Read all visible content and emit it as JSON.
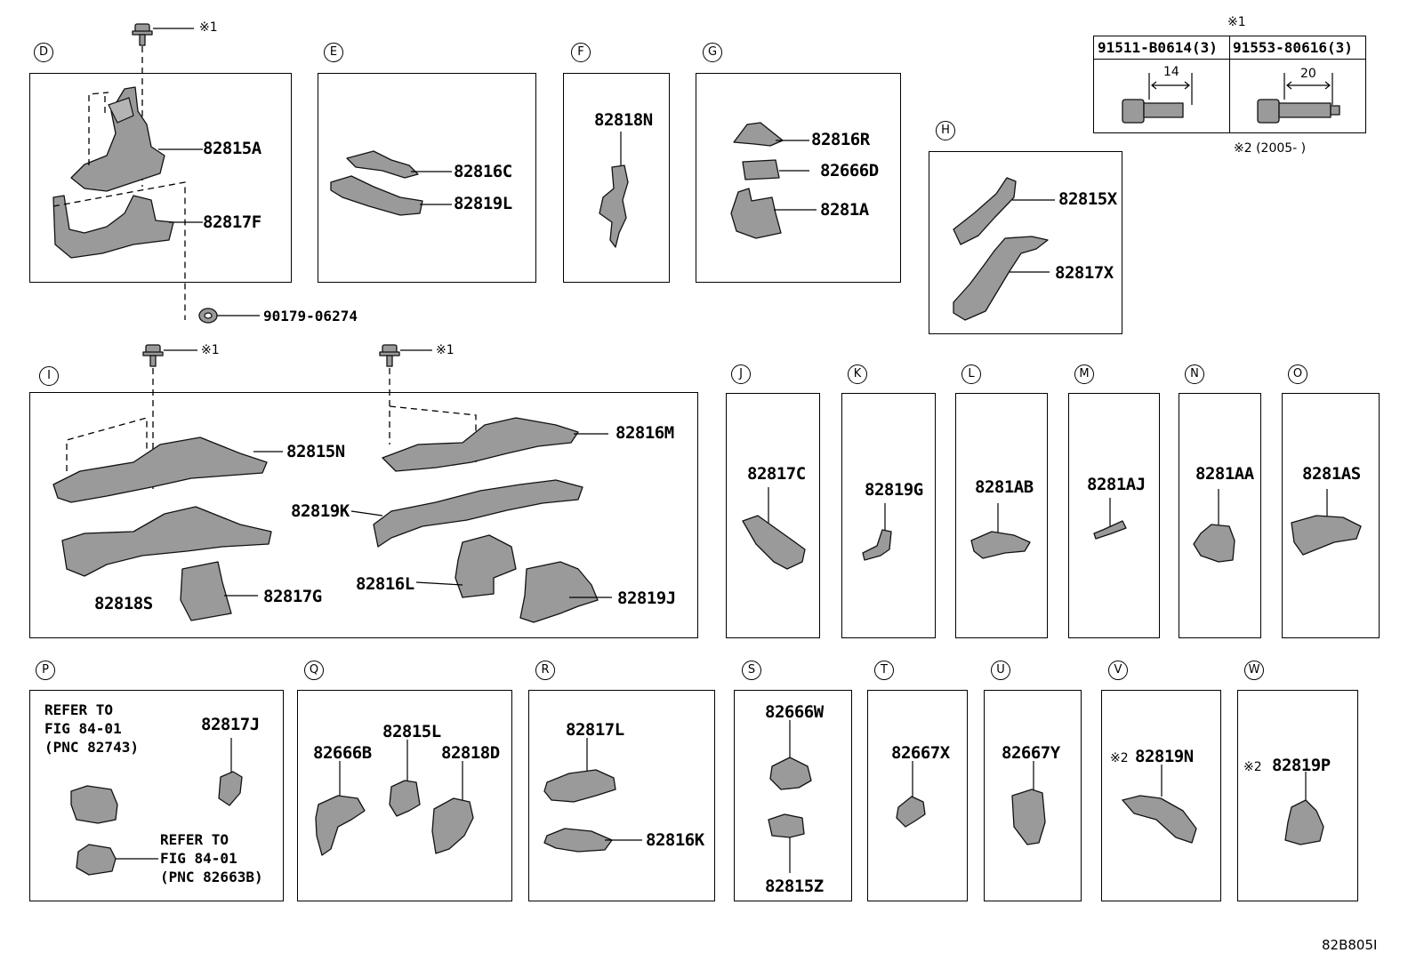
{
  "diagram_code": "82B805I",
  "panel_letters": {
    "D": "D",
    "E": "E",
    "F": "F",
    "G": "G",
    "H": "H",
    "I": "I",
    "J": "J",
    "K": "K",
    "L": "L",
    "M": "M",
    "N": "N",
    "O": "O",
    "P": "P",
    "Q": "Q",
    "R": "R",
    "S": "S",
    "T": "T",
    "U": "U",
    "V": "V",
    "W": "W"
  },
  "notes": {
    "mark1": "※1",
    "mark2": "※2",
    "mark2_range": "※2 (2005-        )"
  },
  "fastener_table": {
    "header_mark": "※1",
    "col1": {
      "part_no": "91511-B0614(3)",
      "dim": "14"
    },
    "col2": {
      "part_no": "91553-80616(3)",
      "dim": "20"
    }
  },
  "parts": {
    "p82815A": "82815A",
    "p82817F": "82817F",
    "p90179": "90179-06274",
    "p82816C": "82816C",
    "p82819L": "82819L",
    "p82818N": "82818N",
    "p82816R": "82816R",
    "p82666D": "82666D",
    "p8281A": "8281A",
    "p82815X": "82815X",
    "p82817X": "82817X",
    "p82815N": "82815N",
    "p82816M": "82816M",
    "p82819K": "82819K",
    "p82818S": "82818S",
    "p82817G": "82817G",
    "p82816L": "82816L",
    "p82819J": "82819J",
    "p82817C": "82817C",
    "p82819G": "82819G",
    "p8281AB": "8281AB",
    "p8281AJ": "8281AJ",
    "p8281AA": "8281AA",
    "p8281AS": "8281AS",
    "p82817J": "82817J",
    "p82666B": "82666B",
    "p82815L": "82815L",
    "p82818D": "82818D",
    "p82817L": "82817L",
    "p82816K": "82816K",
    "p82666W": "82666W",
    "p82815Z": "82815Z",
    "p82667X": "82667X",
    "p82667Y": "82667Y",
    "p82819N": "82819N",
    "p82819P": "82819P"
  },
  "refer": {
    "r1": [
      "REFER TO",
      "FIG 84-01",
      "(PNC 82743)"
    ],
    "r2": [
      "REFER TO",
      "FIG 84-01",
      "(PNC 82663B)"
    ]
  }
}
